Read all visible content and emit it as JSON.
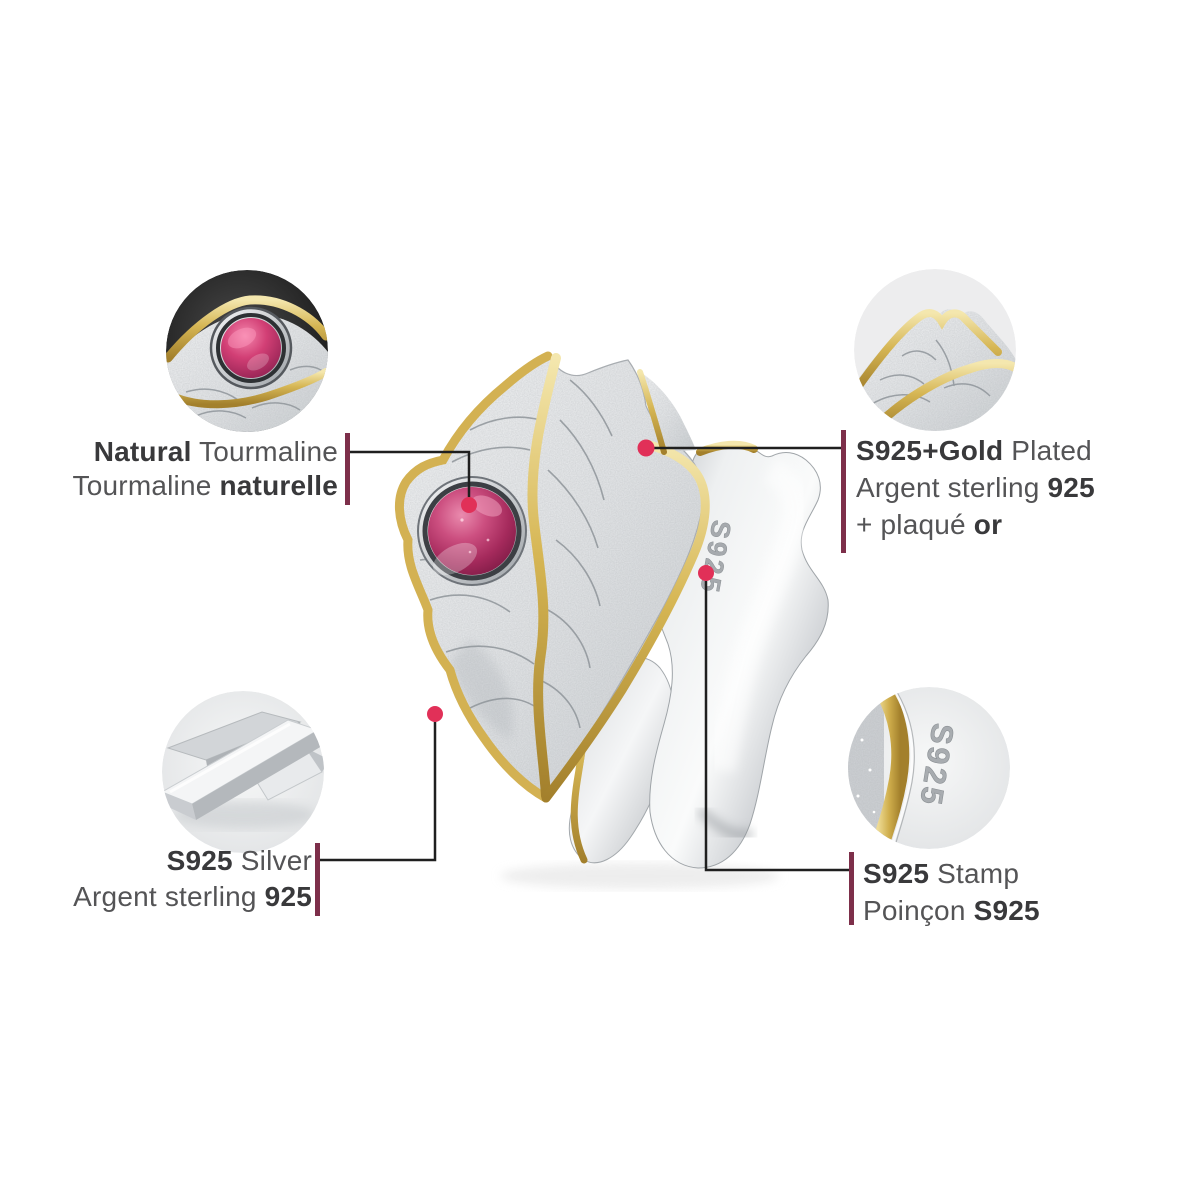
{
  "product": {
    "stamp_text": "S925",
    "inset_stamp_text": "S925"
  },
  "callouts": {
    "tourmaline": {
      "en": {
        "bold": "Natural",
        "rest": " Tourmaline"
      },
      "fr": {
        "rest": "Tourmaline ",
        "bold": "naturelle"
      }
    },
    "gold_plated": {
      "en": {
        "bold": "S925+Gold",
        "rest": " Plated"
      },
      "fr1": {
        "rest": "Argent sterling ",
        "bold": "925"
      },
      "fr2": {
        "rest": "+ plaqué ",
        "bold": "or"
      }
    },
    "silver": {
      "en": {
        "bold": "S925",
        "rest": " Silver"
      },
      "fr": {
        "rest": "Argent sterling ",
        "bold": "925"
      }
    },
    "stamp": {
      "en": {
        "bold": "S925",
        "rest": " Stamp"
      },
      "fr": {
        "rest": "Poinçon ",
        "bold": "S925"
      }
    }
  },
  "colors": {
    "accent_dot": "#e13058",
    "tick": "#7d2f4a",
    "connector": "#1f1f1f",
    "gold": "#d3b152",
    "stone": "#b23263",
    "engraving": "#a6aaae",
    "text_bold": "#39393b",
    "text_regular": "#545456",
    "background": "#ffffff"
  }
}
